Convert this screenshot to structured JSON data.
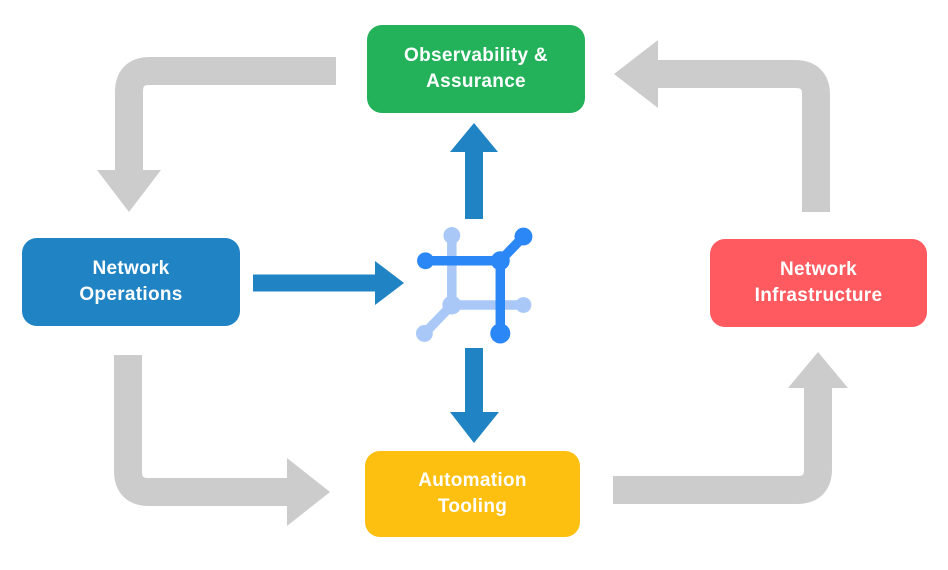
{
  "colors": {
    "background": "#ffffff",
    "green": "#23b25a",
    "blue": "#1f83c4",
    "red": "#ff5a5f",
    "yellow": "#fdc011",
    "arrow_gray": "#cccccc",
    "arrow_blue": "#1f83c4",
    "icon_blue_dark": "#2a87f5",
    "icon_blue_light": "#a9c8f8",
    "label_text": "#ffffff"
  },
  "nodes": {
    "observability": {
      "line1": "Observability &",
      "line2": "Assurance"
    },
    "operations": {
      "line1": "Network",
      "line2": "Operations"
    },
    "infrastructure": {
      "line1": "Network",
      "line2": "Infrastructure"
    },
    "automation": {
      "line1": "Automation",
      "line2": "Tooling"
    }
  },
  "icons": {
    "hub": "network-mesh-icon"
  },
  "flows": {
    "outer_cycle": [
      {
        "from": "Observability & Assurance",
        "to": "Network Operations",
        "color": "gray"
      },
      {
        "from": "Network Operations",
        "to": "Automation Tooling",
        "color": "gray"
      },
      {
        "from": "Automation Tooling",
        "to": "Network Infrastructure",
        "color": "gray"
      },
      {
        "from": "Network Infrastructure",
        "to": "Observability & Assurance",
        "color": "gray"
      }
    ],
    "hub_links": [
      {
        "from": "Network Operations",
        "to": "hub",
        "color": "blue"
      },
      {
        "from": "hub",
        "to": "Observability & Assurance",
        "color": "blue"
      },
      {
        "from": "hub",
        "to": "Automation Tooling",
        "color": "blue"
      }
    ]
  }
}
